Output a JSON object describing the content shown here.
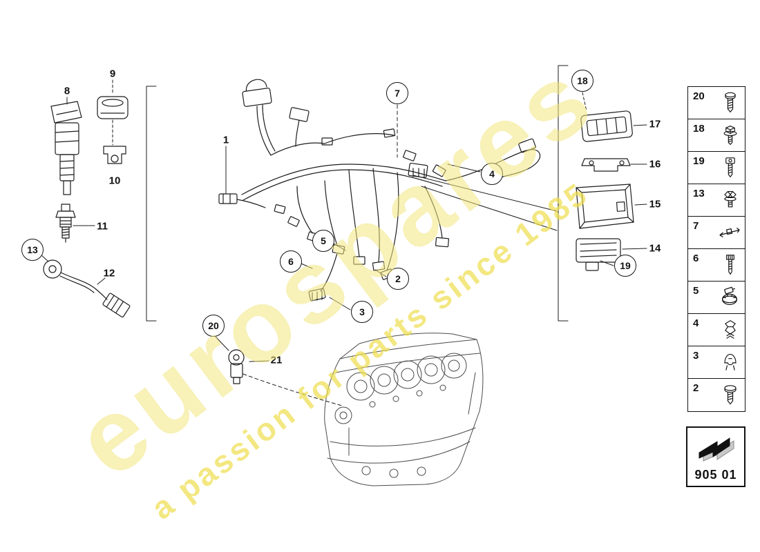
{
  "watermark": {
    "brand": "eurospares",
    "tagline": "a passion for parts since 1985"
  },
  "callouts": [
    {
      "label": "8",
      "style": "plain"
    },
    {
      "label": "9",
      "style": "plain"
    },
    {
      "label": "10",
      "style": "plain"
    },
    {
      "label": "11",
      "style": "plain"
    },
    {
      "label": "13",
      "style": "circled"
    },
    {
      "label": "12",
      "style": "plain"
    },
    {
      "label": "1",
      "style": "plain"
    },
    {
      "label": "7",
      "style": "circled"
    },
    {
      "label": "4",
      "style": "circled"
    },
    {
      "label": "5",
      "style": "circled"
    },
    {
      "label": "6",
      "style": "circled"
    },
    {
      "label": "2",
      "style": "circled"
    },
    {
      "label": "3",
      "style": "circled"
    },
    {
      "label": "20",
      "style": "circled"
    },
    {
      "label": "21",
      "style": "plain"
    },
    {
      "label": "18",
      "style": "circled"
    },
    {
      "label": "17",
      "style": "plain"
    },
    {
      "label": "16",
      "style": "plain"
    },
    {
      "label": "15",
      "style": "plain"
    },
    {
      "label": "14",
      "style": "plain"
    },
    {
      "label": "19",
      "style": "circled"
    }
  ],
  "sidebar": {
    "rows": [
      {
        "number": "20",
        "icon": "pan-head-screw"
      },
      {
        "number": "18",
        "icon": "hex-flange-bolt"
      },
      {
        "number": "19",
        "icon": "socket-head-screw"
      },
      {
        "number": "13",
        "icon": "hex-bolt"
      },
      {
        "number": "7",
        "icon": "cable-tie"
      },
      {
        "number": "6",
        "icon": "cheese-head-screw"
      },
      {
        "number": "5",
        "icon": "hose-clamp"
      },
      {
        "number": "4",
        "icon": "spring-clip"
      },
      {
        "number": "3",
        "icon": "retaining-clip"
      },
      {
        "number": "2",
        "icon": "pan-head-screw"
      }
    ]
  },
  "footer": {
    "code": "905 01"
  }
}
